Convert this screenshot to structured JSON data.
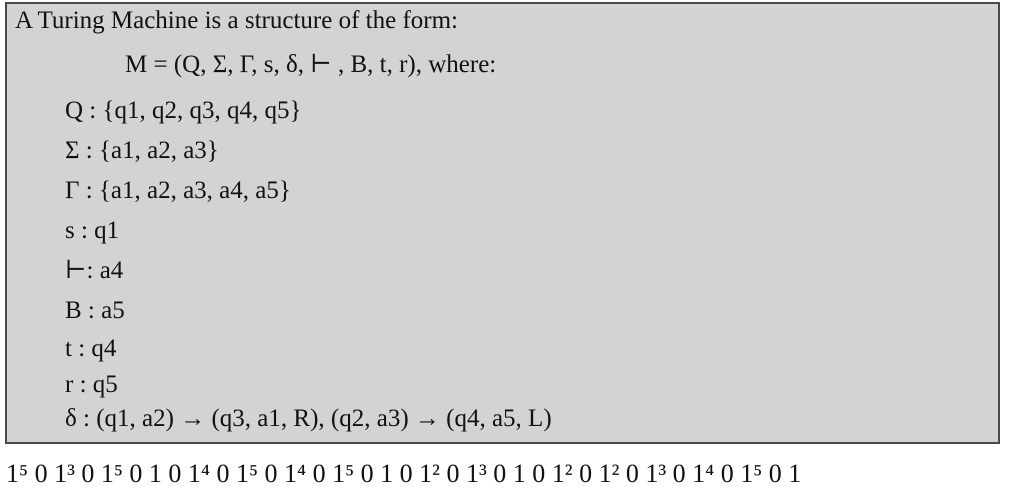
{
  "definition_box": {
    "intro": "A Turing Machine is a structure of the form:",
    "machine_def": "M = (Q, Σ, Γ, s, δ, ⊢ , B, t, r), where:",
    "q_line": "Q : {q1, q2, q3, q4, q5}",
    "sigma_line": "Σ : {a1, a2, a3}",
    "gamma_line": "Γ : {a1, a2, a3, a4, a5}",
    "s_line": "s : q1",
    "endmarker_line": "⊢: a4",
    "blank_line": "B : a5",
    "t_line": "t : q4",
    "r_line": "r : q5",
    "delta_line": "δ : (q1, a2) → (q3, a1, R), (q2, a3) → (q4, a5, L)"
  },
  "encoding": "1⁵ 0 1³ 0 1⁵ 0 1 0 1⁴ 0 1⁵ 0 1⁴ 0 1⁵ 0 1 0 1² 0 1³ 0 1 0 1² 0 1² 0 1³ 0 1⁴ 0 1⁵ 0 1"
}
